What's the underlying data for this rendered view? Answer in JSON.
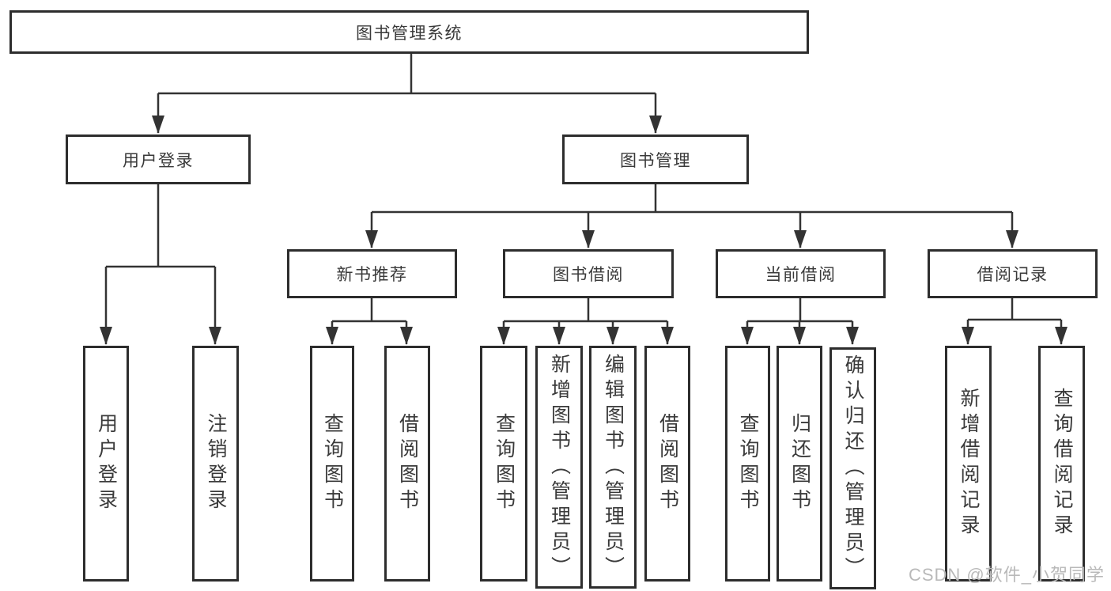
{
  "page": {
    "background": "#ffffff"
  },
  "colors": {
    "line": "#333333",
    "box_border": "#2d2d2d",
    "text": "#3a3a3a",
    "watermark": "#b9b9b9"
  },
  "watermark": {
    "text": "CSDN @软件_小贺同学"
  },
  "tree": {
    "label": "图书管理系统",
    "children": [
      {
        "label": "用户登录",
        "children": [
          {
            "label": "用户登录"
          },
          {
            "label": "注销登录"
          }
        ]
      },
      {
        "label": "图书管理",
        "children": [
          {
            "label": "新书推荐",
            "children": [
              {
                "label": "查询图书"
              },
              {
                "label": "借阅图书"
              }
            ]
          },
          {
            "label": "图书借阅",
            "children": [
              {
                "label": "查询图书"
              },
              {
                "label": "新增图书（管理员）"
              },
              {
                "label": "编辑图书（管理员）"
              },
              {
                "label": "借阅图书"
              }
            ]
          },
          {
            "label": "当前借阅",
            "children": [
              {
                "label": "查询图书"
              },
              {
                "label": "归还图书"
              },
              {
                "label": "确认归还（管理员）"
              }
            ]
          },
          {
            "label": "借阅记录",
            "children": [
              {
                "label": "新增借阅记录"
              },
              {
                "label": "查询借阅记录"
              }
            ]
          }
        ]
      }
    ]
  }
}
